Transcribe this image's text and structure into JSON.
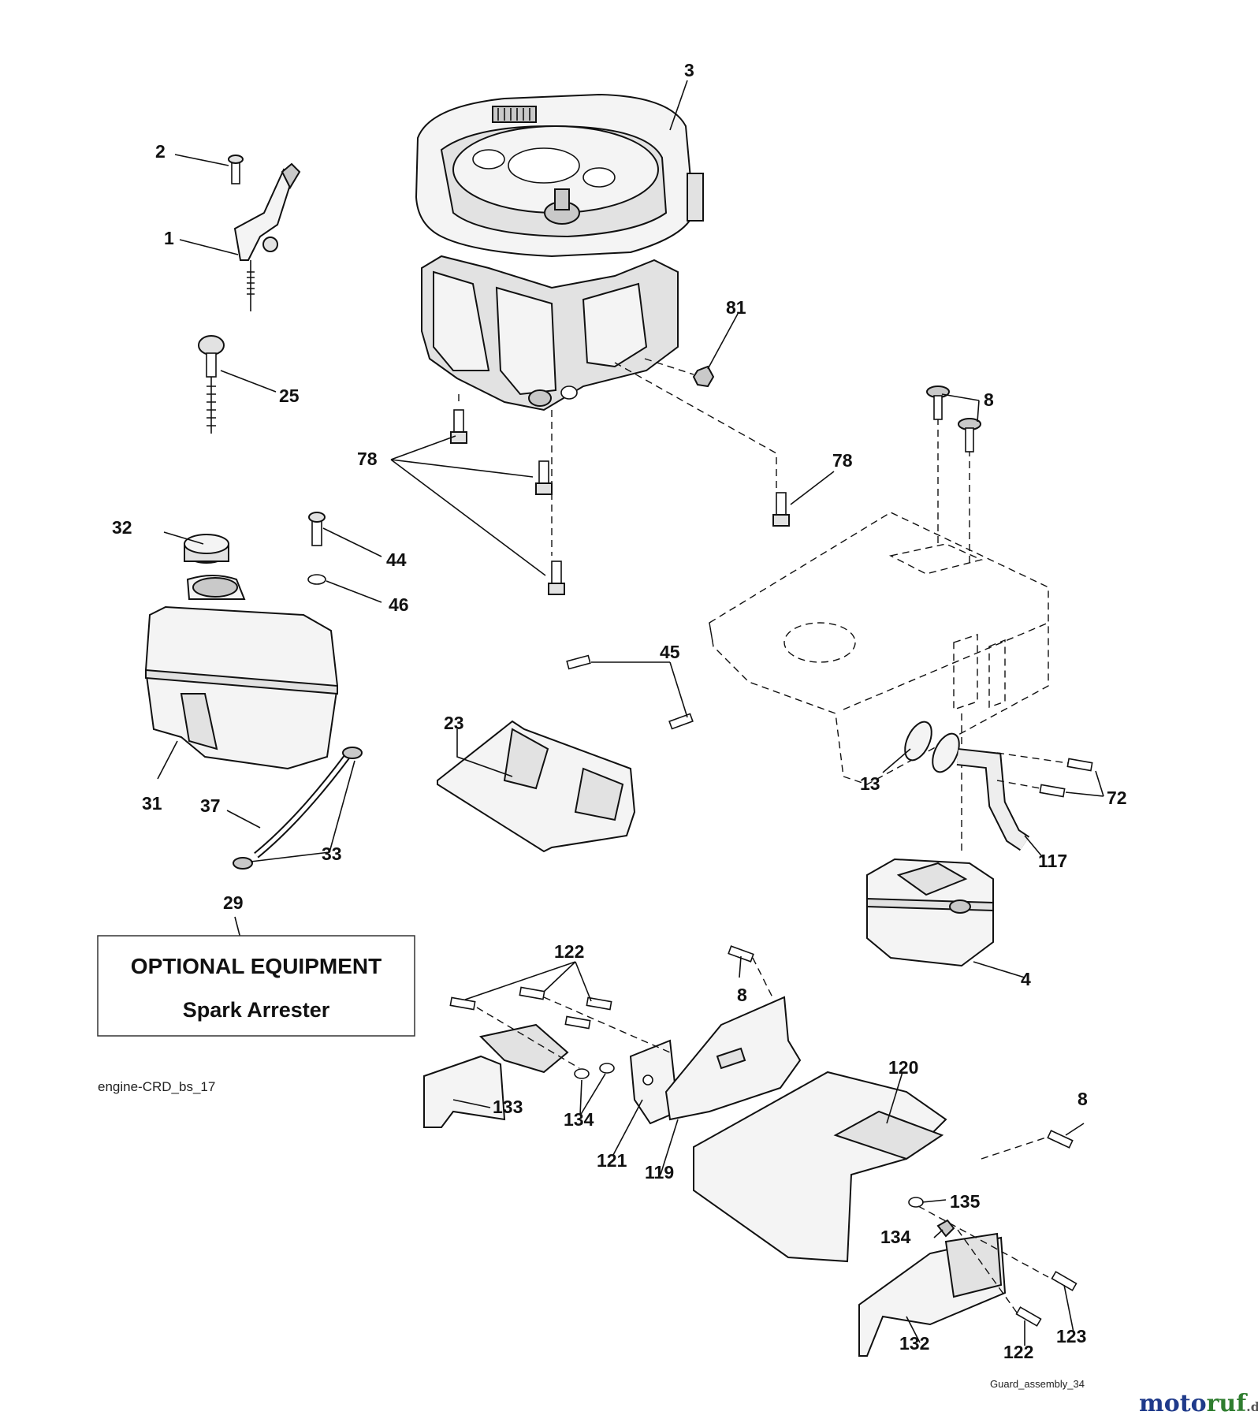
{
  "labels": {
    "p1": "1",
    "p2": "2",
    "p3": "3",
    "p4": "4",
    "p8a": "8",
    "p8b": "8",
    "p8c": "8",
    "p13": "13",
    "p23": "23",
    "p25": "25",
    "p29": "29",
    "p31": "31",
    "p32": "32",
    "p33": "33",
    "p37": "37",
    "p44": "44",
    "p45": "45",
    "p46": "46",
    "p72": "72",
    "p78a": "78",
    "p78b": "78",
    "p81": "81",
    "p117": "117",
    "p119": "119",
    "p120": "120",
    "p121": "121",
    "p122a": "122",
    "p122b": "122",
    "p123": "123",
    "p132": "132",
    "p133": "133",
    "p134a": "134",
    "p134b": "134",
    "p135": "135"
  },
  "optional_box": {
    "title": "OPTIONAL EQUIPMENT",
    "subtitle": "Spark Arrester"
  },
  "references": {
    "engine_ref": "engine-CRD_bs_17",
    "guard_ref": "Guard_assembly_34"
  },
  "watermark": {
    "text_main": "moto",
    "text_accent": "ruf",
    "text_suffix": ".de",
    "colors": {
      "main": "#1f3a8a",
      "accent": "#2f7d2f",
      "suffix": "#555555"
    }
  }
}
